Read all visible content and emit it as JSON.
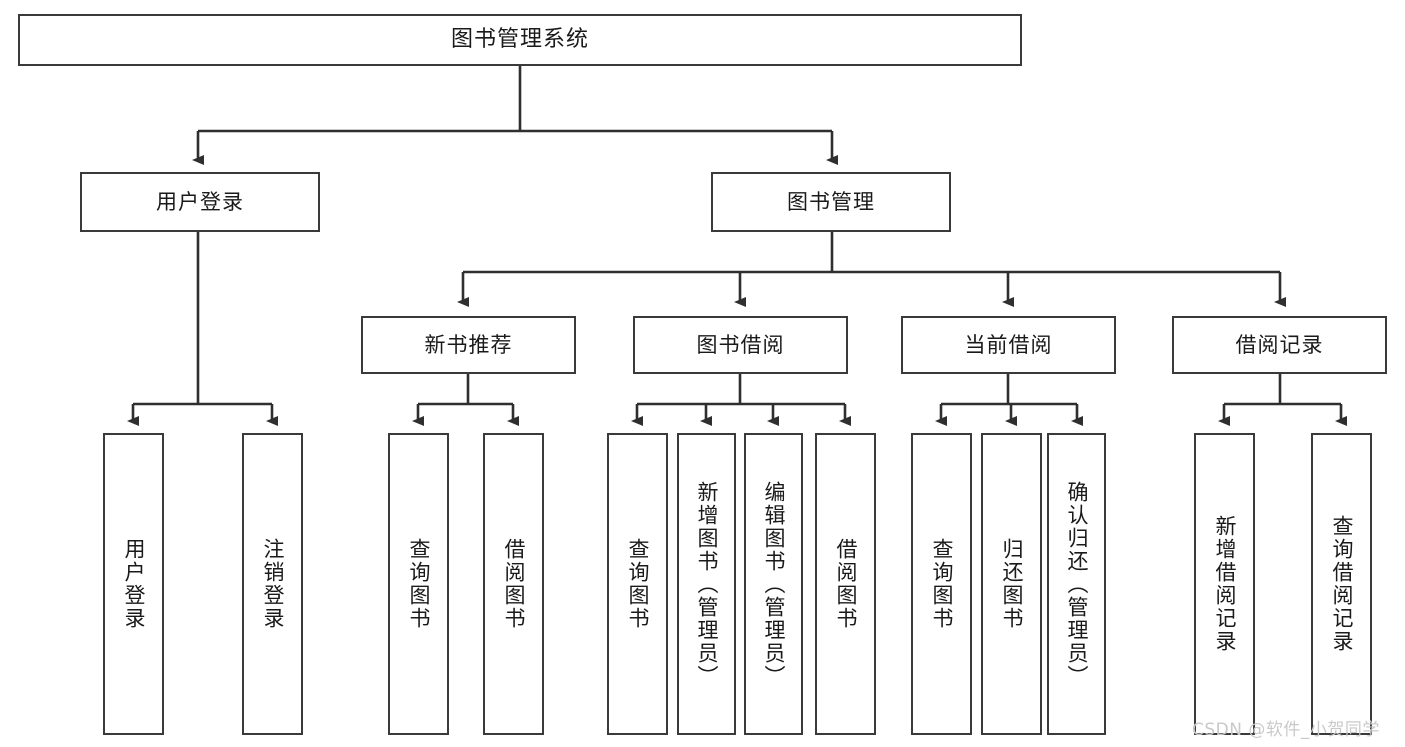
{
  "diagram": {
    "type": "tree-hierarchy",
    "title": "图书管理系统",
    "root": {
      "label": "图书管理系统"
    },
    "level2": [
      {
        "label": "用户登录"
      },
      {
        "label": "图书管理"
      }
    ],
    "level3": [
      {
        "label": "新书推荐"
      },
      {
        "label": "图书借阅"
      },
      {
        "label": "当前借阅"
      },
      {
        "label": "借阅记录"
      }
    ],
    "leaves": [
      {
        "label": "用户登录",
        "parent": "用户登录"
      },
      {
        "label": "注销登录",
        "parent": "用户登录"
      },
      {
        "label": "查询图书",
        "parent": "新书推荐"
      },
      {
        "label": "借阅图书",
        "parent": "新书推荐"
      },
      {
        "label": "查询图书",
        "parent": "图书借阅"
      },
      {
        "label": "新增图书（管理员）",
        "parent": "图书借阅"
      },
      {
        "label": "编辑图书（管理员）",
        "parent": "图书借阅"
      },
      {
        "label": "借阅图书",
        "parent": "图书借阅"
      },
      {
        "label": "查询图书",
        "parent": "当前借阅"
      },
      {
        "label": "归还图书",
        "parent": "当前借阅"
      },
      {
        "label": "确认归还（管理员）",
        "parent": "当前借阅"
      },
      {
        "label": "新增借阅记录",
        "parent": "借阅记录"
      },
      {
        "label": "查询借阅记录",
        "parent": "借阅记录"
      }
    ]
  },
  "watermark": {
    "text": "CSDN @软件_小贺同学"
  },
  "colors": {
    "background": "#ffffff",
    "box_border": "#3a3a3a",
    "box_fill": "#ffffff",
    "text": "#1a1a1a",
    "connector": "#2f2f2f",
    "watermark": "#c9c9c9"
  }
}
